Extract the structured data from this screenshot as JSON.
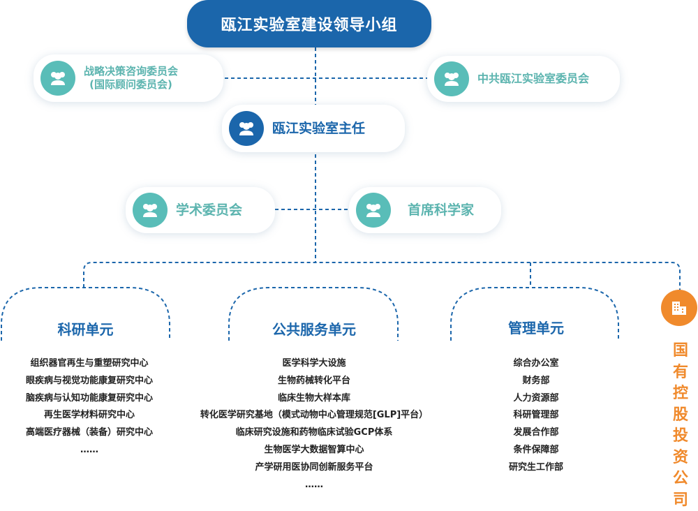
{
  "top": {
    "title": "瓯江实验室建设领导小组"
  },
  "advisory": {
    "line1": "战略决策咨询委员会",
    "line2": "(国际顾问委员会)"
  },
  "party": {
    "label": "中共瓯江实验室委员会"
  },
  "director": {
    "label": "瓯江实验室主任"
  },
  "academic": {
    "label": "学术委员会"
  },
  "chief": {
    "label": "首席科学家"
  },
  "units": [
    {
      "title": "科研单元",
      "items": [
        "组织器官再生与重塑研究中心",
        "眼疾病与视觉功能康复研究中心",
        "脑疾病与认知功能康复研究中心",
        "再生医学材料研究中心",
        "高端医疗器械（装备）研究中心",
        "……"
      ]
    },
    {
      "title": "公共服务单元",
      "items": [
        "医学科学大设施",
        "生物药械转化平台",
        "临床生物大样本库",
        "转化医学研究基地（模式动物中心管理规范[GLP]平台）",
        "临床研究设施和药物临床试验GCP体系",
        "生物医学大数据智算中心",
        "产学研用医协同创新服务平台",
        "……"
      ]
    },
    {
      "title": "管理单元",
      "items": [
        "综合办公室",
        "财务部",
        "人力资源部",
        "科研管理部",
        "发展合作部",
        "条件保障部",
        "研究生工作部"
      ]
    }
  ],
  "company": {
    "chars": [
      "国",
      "有",
      "控",
      "股",
      "投",
      "资",
      "公",
      "司"
    ]
  },
  "colors": {
    "navy": "#1b66ab",
    "teal": "#59bdb8",
    "orange": "#f08a2c",
    "line": "#1b66ab"
  }
}
